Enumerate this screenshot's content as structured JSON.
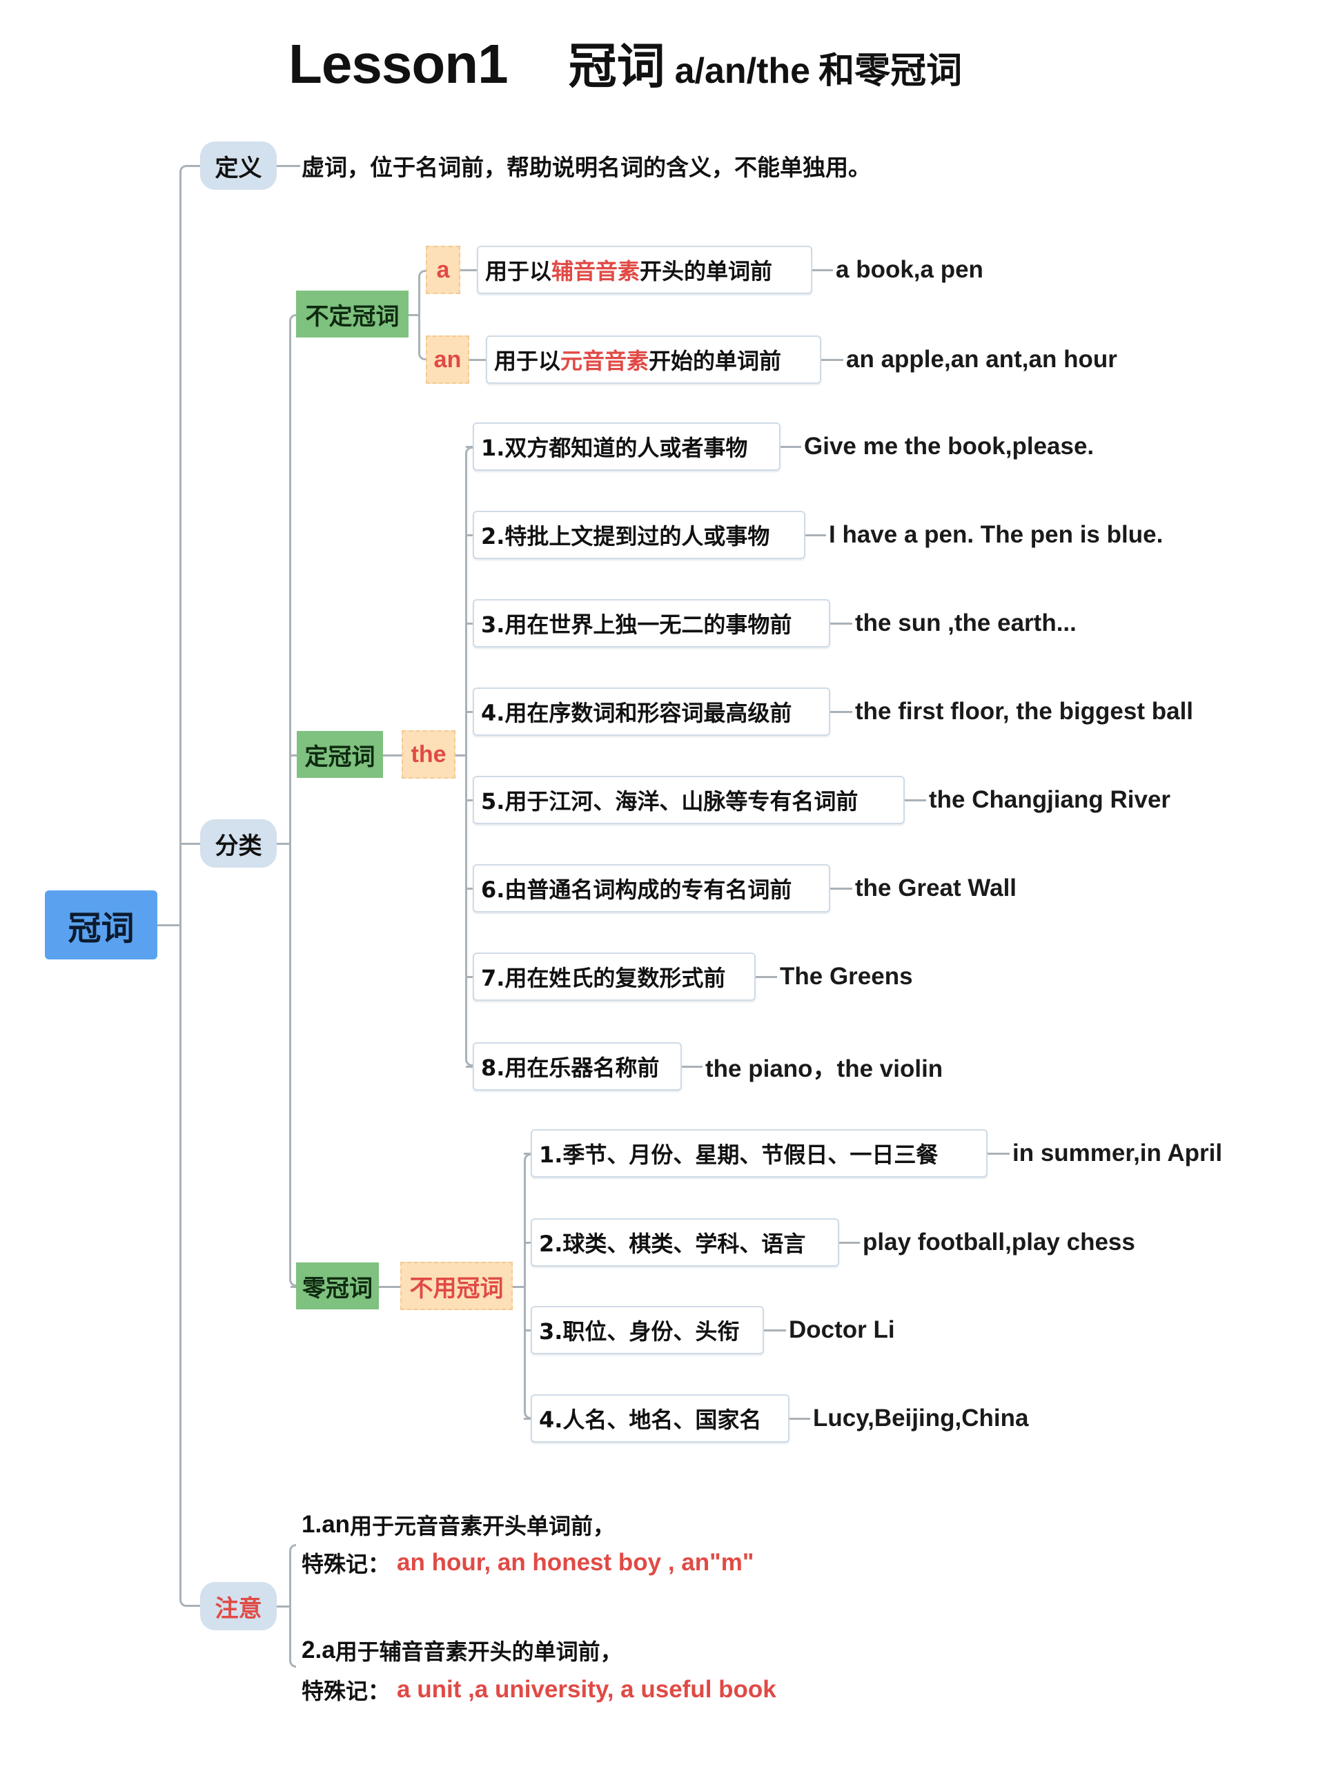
{
  "title": {
    "lesson": "Lesson1",
    "main": "冠词",
    "sub_en": "a/an/the",
    "sub_cn": "和零冠词"
  },
  "root": {
    "label": "冠词",
    "color": "#5aa2f0"
  },
  "definition": {
    "label": "定义",
    "text": "虚词，位于名词前，帮助说明名词的含义，不能单独用。"
  },
  "classification": {
    "label": "分类",
    "indefinite": {
      "label": "不定冠词",
      "branches": [
        {
          "article": "a",
          "desc_pre": "用于以",
          "desc_highlight": "辅音音素",
          "desc_post": "开头的单词前",
          "example": "a book,a pen"
        },
        {
          "article": "an",
          "desc_pre": "用于以",
          "desc_highlight": "元音音素",
          "desc_post": "开始的单词前",
          "example": "an apple,an ant,an hour"
        }
      ]
    },
    "definite": {
      "label": "定冠词",
      "article": "the",
      "items": [
        {
          "rule": "1.双方都知道的人或者事物",
          "example": "Give me the book,please."
        },
        {
          "rule": "2.特批上文提到过的人或事物",
          "example": "I have a pen. The pen is blue."
        },
        {
          "rule": "3.用在世界上独一无二的事物前",
          "example": "the sun ,the earth..."
        },
        {
          "rule": "4.用在序数词和形容词最高级前",
          "example": "the first floor, the biggest ball"
        },
        {
          "rule": "5.用于江河、海洋、山脉等专有名词前",
          "example": "the Changjiang River"
        },
        {
          "rule": "6.由普通名词构成的专有名词前",
          "example": "the Great Wall"
        },
        {
          "rule": "7.用在姓氏的复数形式前",
          "example": "The Greens"
        },
        {
          "rule": "8.用在乐器名称前",
          "example": "the piano，the violin"
        }
      ]
    },
    "zero": {
      "label": "零冠词",
      "article": "不用冠词",
      "items": [
        {
          "rule": "1.季节、月份、星期、节假日、一日三餐",
          "example": "in summer,in April"
        },
        {
          "rule": "2.球类、棋类、学科、语言",
          "example": "play football,play chess"
        },
        {
          "rule": "3.职位、身份、头衔",
          "example": "Doctor Li"
        },
        {
          "rule": "4.人名、地名、国家名",
          "example": "Lucy,Beijing,China"
        }
      ]
    }
  },
  "notes": {
    "label": "注意",
    "items": [
      {
        "line1_en": "1.an",
        "line1_cn": " 用于元音音素开头单词前，",
        "special_label": "特殊记：",
        "special": "an hour, an honest boy , an\"m\""
      },
      {
        "line1_en": "2.a",
        "line1_cn": " 用于辅音音素开头的单词前，",
        "special_label": "特殊记：",
        "special": "a unit ,a university, a useful book"
      }
    ]
  },
  "colors": {
    "level1_node": "#d3e0ee",
    "green_node": "#7fc17f",
    "peach_node": "#fde0b8",
    "highlight_red": "#e04a45",
    "connector": "#a9b1b8",
    "item_border": "#cfdbe6"
  }
}
